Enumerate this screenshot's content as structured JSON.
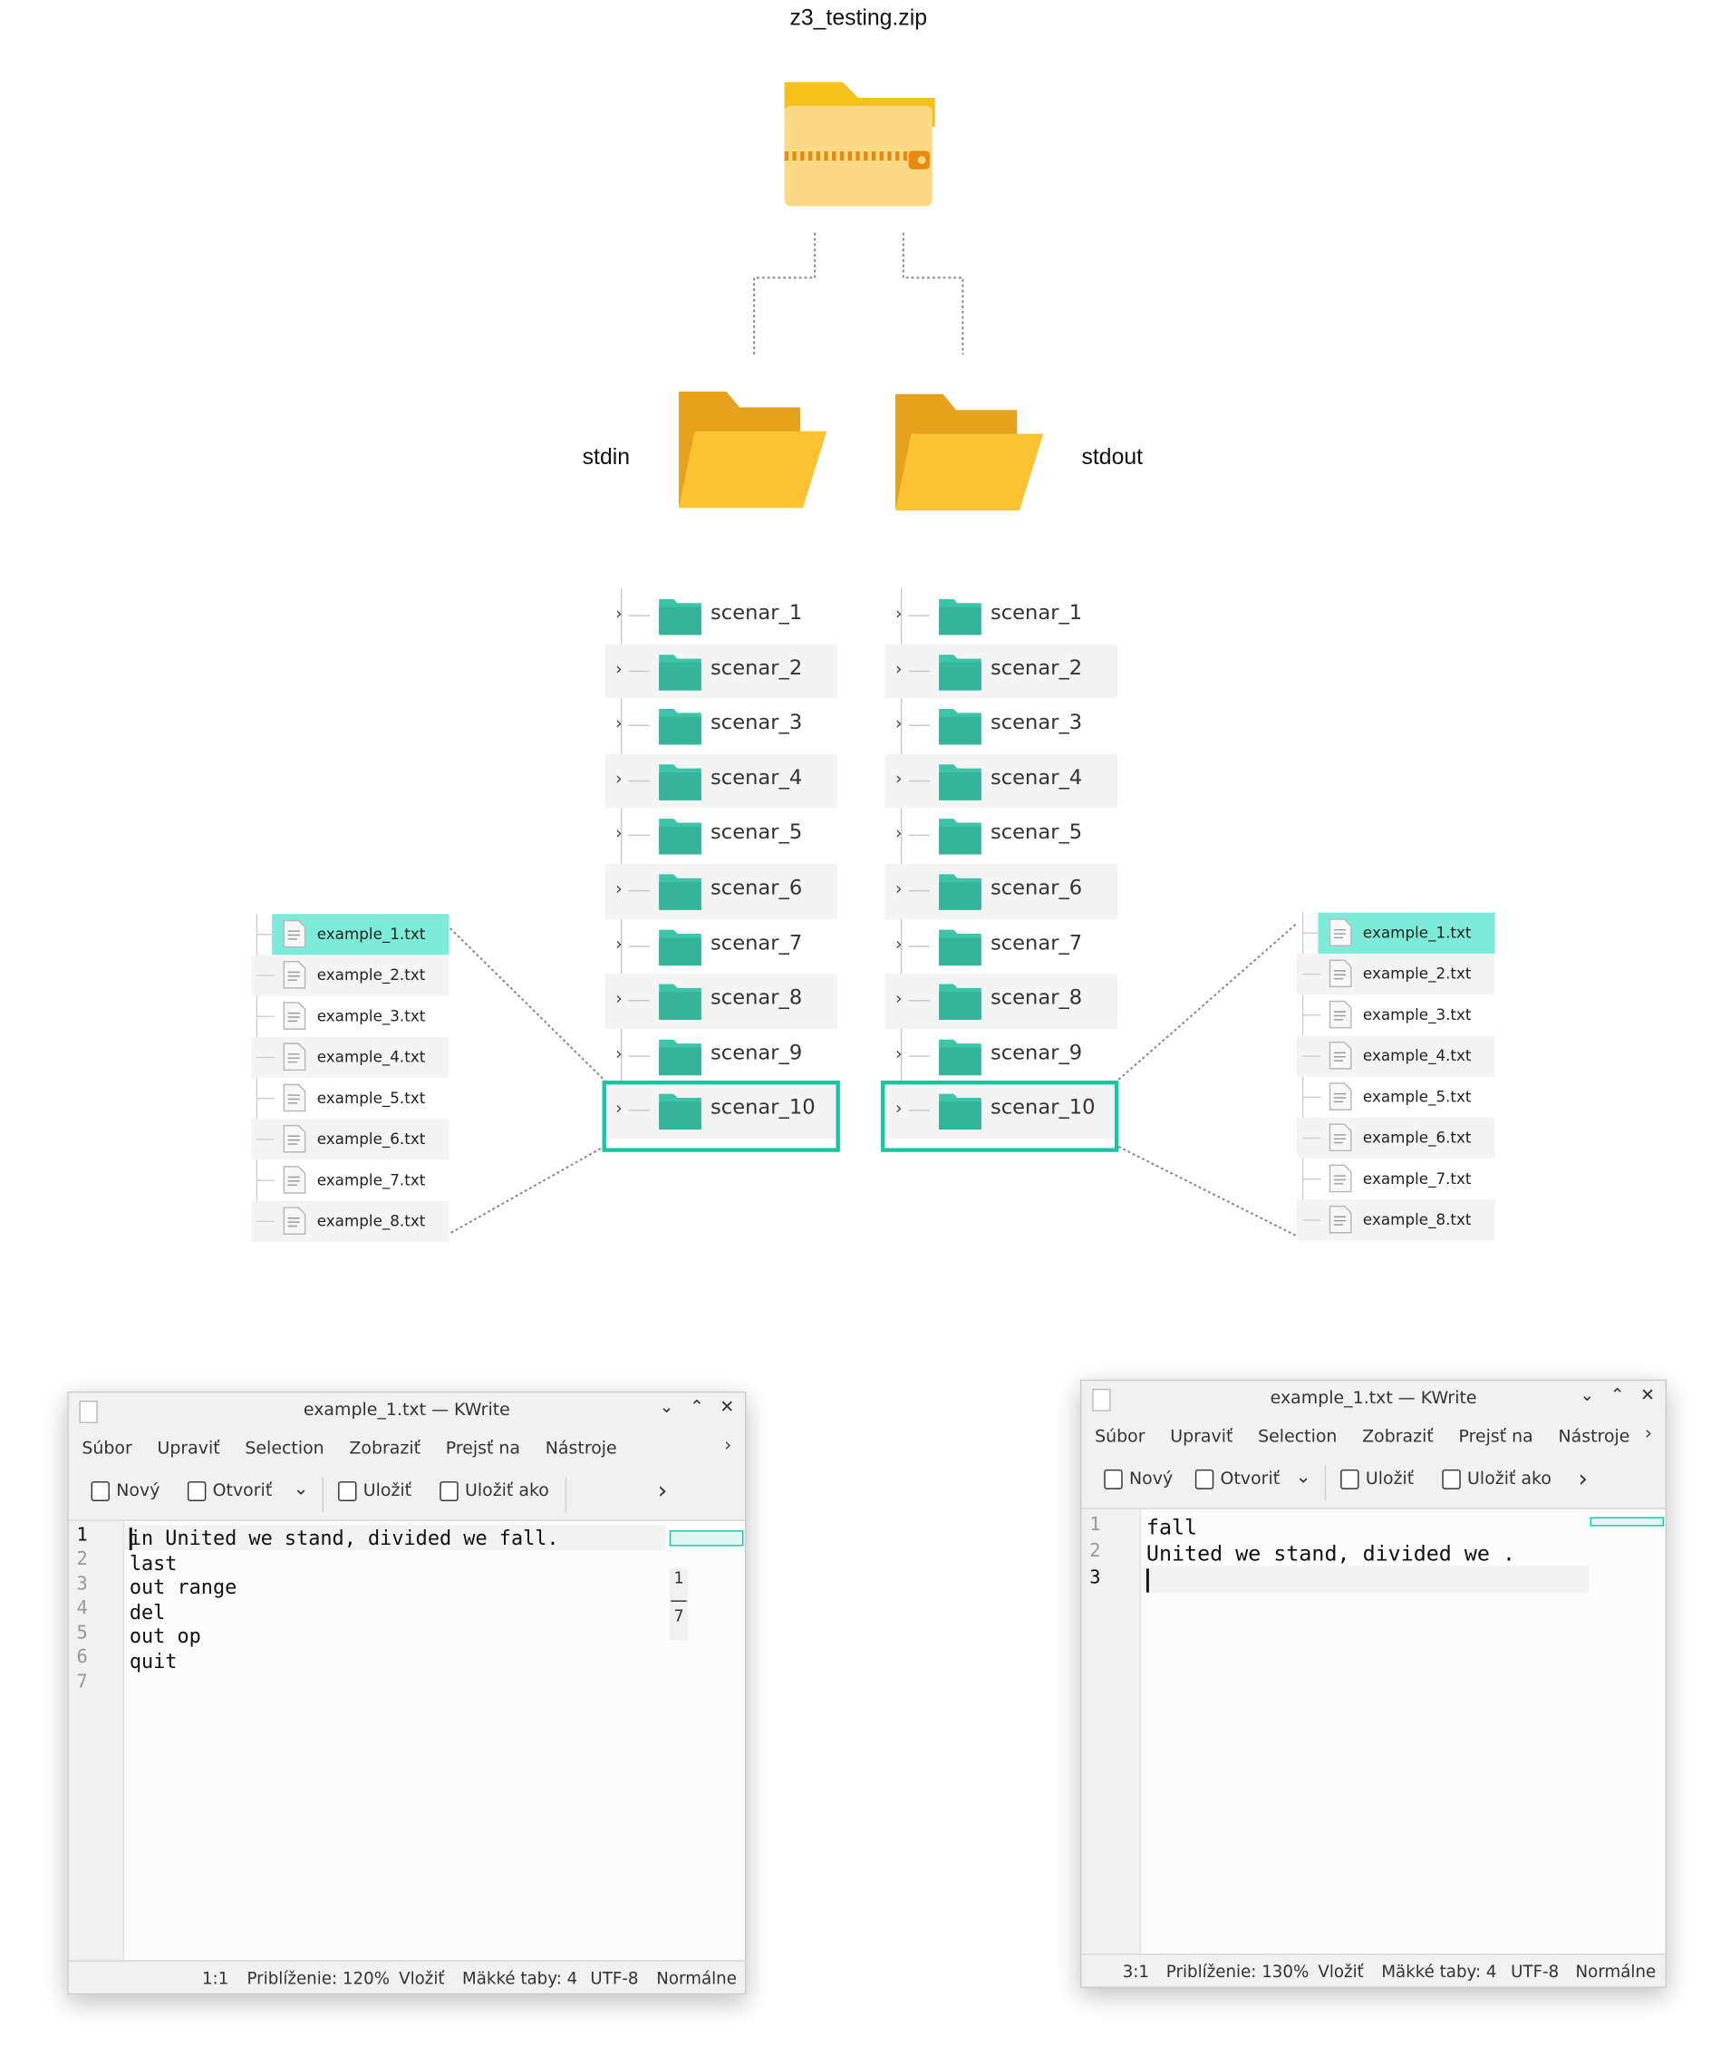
{
  "archive": {
    "name": "z3_testing.zip",
    "icon": "zip-folder-icon"
  },
  "folders": {
    "left_label": "stdin",
    "right_label": "stdout",
    "icon": "folder-icon"
  },
  "tree_items": [
    "scenar_1",
    "scenar_2",
    "scenar_3",
    "scenar_4",
    "scenar_5",
    "scenar_6",
    "scenar_7",
    "scenar_8",
    "scenar_9",
    "scenar_10"
  ],
  "selected_scenario": "scenar_10",
  "files": [
    "example_1.txt",
    "example_2.txt",
    "example_3.txt",
    "example_4.txt",
    "example_5.txt",
    "example_6.txt",
    "example_7.txt",
    "example_8.txt"
  ],
  "selected_file": "example_1.txt",
  "colors": {
    "accent": "#1ac6a2",
    "folder_teal": "#3cc4a6",
    "highlight": "#7cecd8",
    "folder_orange": "#f6c23e"
  },
  "kwrite_left": {
    "title": "example_1.txt — KWrite",
    "menu": [
      "Súbor",
      "Upraviť",
      "Selection",
      "Zobraziť",
      "Prejsť na",
      "Nástroje"
    ],
    "toolbar": {
      "new": "Nový",
      "open": "Otvoriť",
      "save": "Uložiť",
      "save_as": "Uložiť ako"
    },
    "line_numbers": [
      "1",
      "2",
      "3",
      "4",
      "5",
      "6",
      "7"
    ],
    "lines": [
      "in United we stand, divided we fall.",
      "last",
      "out range",
      "del",
      "out op",
      "quit",
      ""
    ],
    "scroll_top": "1",
    "scroll_bottom": "7",
    "status": {
      "position": "1:1",
      "zoom": "Priblíženie: 120%",
      "mode": "Vložiť",
      "tabs": "Mäkké taby: 4",
      "encoding": "UTF-8",
      "syntax": "Normálne"
    }
  },
  "kwrite_right": {
    "title": "example_1.txt — KWrite",
    "menu": [
      "Súbor",
      "Upraviť",
      "Selection",
      "Zobraziť",
      "Prejsť na",
      "Nástroje"
    ],
    "toolbar": {
      "new": "Nový",
      "open": "Otvoriť",
      "save": "Uložiť",
      "save_as": "Uložiť ako"
    },
    "line_numbers": [
      "1",
      "2",
      "3"
    ],
    "lines": [
      "fall",
      "United we stand, divided we .",
      ""
    ],
    "status": {
      "position": "3:1",
      "zoom": "Priblíženie: 130%",
      "mode": "Vložiť",
      "tabs": "Mäkké taby: 4",
      "encoding": "UTF-8",
      "syntax": "Normálne"
    }
  }
}
